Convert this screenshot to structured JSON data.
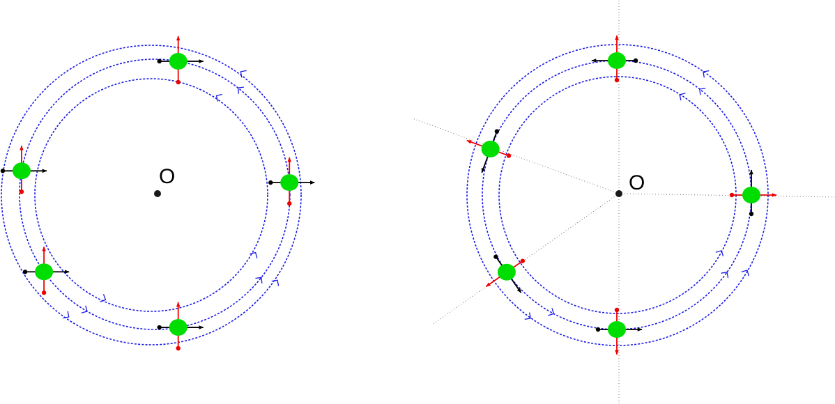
{
  "left_panel": {
    "origin_label": "O",
    "bodies": [
      {
        "name": "top",
        "angle_deg": 80
      },
      {
        "name": "upper-left",
        "angle_deg": 170
      },
      {
        "name": "right",
        "angle_deg": 5
      },
      {
        "name": "lower-left",
        "angle_deg": 215
      },
      {
        "name": "bottom",
        "angle_deg": 280
      }
    ]
  },
  "right_panel": {
    "origin_label": "O",
    "bodies": [
      {
        "name": "top",
        "angle_deg": 90
      },
      {
        "name": "upper-left",
        "angle_deg": 160
      },
      {
        "name": "right",
        "angle_deg": 0
      },
      {
        "name": "lower-left",
        "angle_deg": 215
      },
      {
        "name": "bottom",
        "angle_deg": 270
      }
    ]
  },
  "colors": {
    "ring": "#1a1ae6",
    "body": "#00dd00",
    "velocity_arrow": "#000000",
    "force_arrow": "#ee0000",
    "center_dot": "#1a1a1a"
  }
}
